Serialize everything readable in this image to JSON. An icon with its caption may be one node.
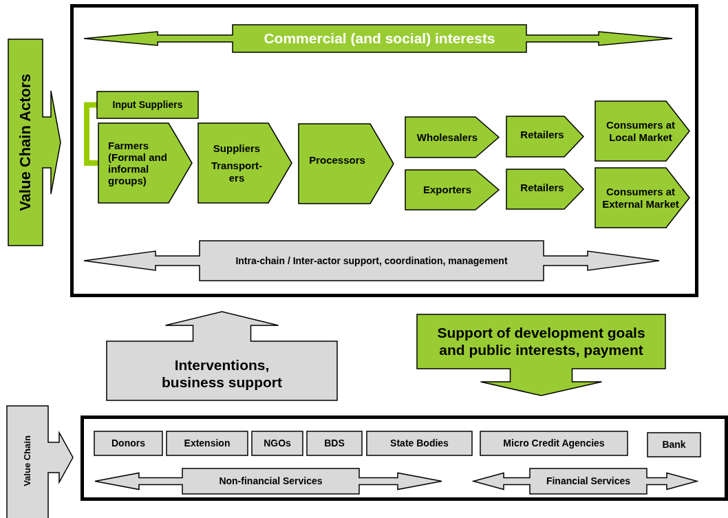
{
  "diagram": {
    "nodes": [
      {
        "text": [],
        "shape": "box"
      },
      {
        "text": [
          "Value Chain Actors"
        ]
      },
      {
        "text": [
          "Commercial (and social) interests"
        ],
        "in": 0
      },
      {
        "text": [
          "Input Suppliers"
        ],
        "in": 0
      },
      {
        "text": [
          "Farmers (Formal and informal groups)"
        ],
        "in": 0
      },
      {
        "text": [
          "Suppliers",
          "Transport- ers"
        ],
        "in": 0
      },
      {
        "text": [
          "Processors"
        ],
        "in": 0
      },
      {
        "text": [
          "Wholesalers"
        ],
        "in": 0
      },
      {
        "text": [
          "Retailers"
        ],
        "in": 0
      },
      {
        "text": [
          "Consumers at Local Market"
        ],
        "in": 0
      },
      {
        "text": [
          "Exporters"
        ],
        "in": 0
      },
      {
        "text": [
          "Retailers"
        ],
        "in": 0
      },
      {
        "text": [
          "Consumers at External Market"
        ],
        "in": 0
      },
      {
        "text": [
          "Intra-chain / Inter-actor support, coordination, management"
        ],
        "in": 0
      },
      {
        "text": [
          "Interventions, business support"
        ]
      },
      {
        "text": [
          "Support of development goals and public interests, payment"
        ]
      },
      {
        "text": [
          "Value Chain"
        ]
      },
      {
        "text": [],
        "shape": "box"
      },
      {
        "text": [
          "Donors"
        ],
        "in": 17
      },
      {
        "text": [
          "Extension"
        ],
        "in": 17
      },
      {
        "text": [
          "NGOs"
        ],
        "in": 17
      },
      {
        "text": [
          "BDS"
        ],
        "in": 17
      },
      {
        "text": [
          "State Bodies"
        ],
        "in": 17
      },
      {
        "text": [
          "Micro Credit Agencies"
        ],
        "in": 17
      },
      {
        "text": [
          "Bank"
        ],
        "in": 17
      },
      {
        "text": [
          "Non-financial Services"
        ],
        "in": 17
      },
      {
        "text": [
          "Financial Services"
        ],
        "in": 17
      }
    ],
    "edges": [
      {
        "from": 3,
        "to": 4,
        "arrow": "none"
      }
    ]
  }
}
